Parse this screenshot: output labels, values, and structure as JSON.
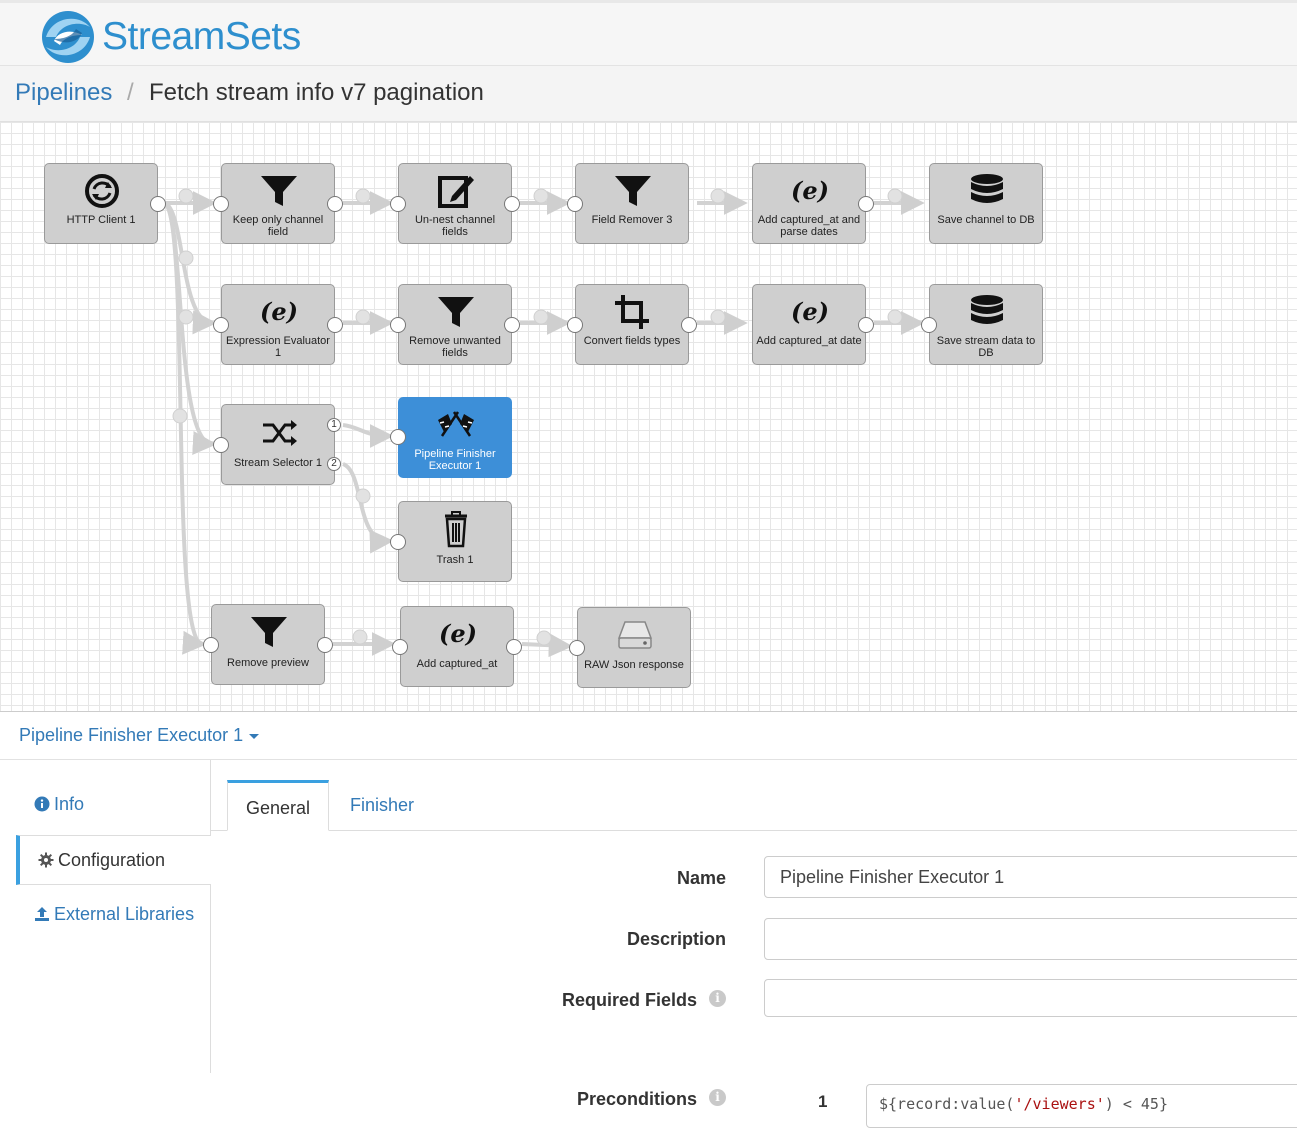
{
  "app": {
    "brand": "StreamSets"
  },
  "breadcrumb": {
    "root": "Pipelines",
    "separator": "/",
    "current": "Fetch stream info v7 pagination"
  },
  "canvas": {
    "nodes": [
      {
        "id": "http",
        "label": "HTTP Client 1",
        "icon": "sync-icon"
      },
      {
        "id": "keep",
        "label": "Keep only channel field",
        "icon": "filter-icon"
      },
      {
        "id": "unnest",
        "label": "Un-nest channel fields",
        "icon": "edit-icon"
      },
      {
        "id": "remover3",
        "label": "Field Remover 3",
        "icon": "filter-icon"
      },
      {
        "id": "addparse",
        "label": "Add captured_at and parse dates",
        "icon": "expression-icon"
      },
      {
        "id": "savech",
        "label": "Save channel to DB",
        "icon": "database-icon"
      },
      {
        "id": "expr1",
        "label": "Expression Evaluator 1",
        "icon": "expression-icon"
      },
      {
        "id": "removeun",
        "label": "Remove unwanted fields",
        "icon": "filter-icon"
      },
      {
        "id": "convert",
        "label": "Convert fields types",
        "icon": "crop-icon"
      },
      {
        "id": "adddate",
        "label": "Add captured_at date",
        "icon": "expression-icon"
      },
      {
        "id": "savestream",
        "label": "Save stream data to DB",
        "icon": "database-icon"
      },
      {
        "id": "selector",
        "label": "Stream Selector 1",
        "icon": "random-icon"
      },
      {
        "id": "finisher",
        "label": "Pipeline Finisher Executor 1",
        "icon": "flags-icon"
      },
      {
        "id": "trash",
        "label": "Trash 1",
        "icon": "trash-icon"
      },
      {
        "id": "removeprev",
        "label": "Remove preview",
        "icon": "filter-icon"
      },
      {
        "id": "addcap",
        "label": "Add captured_at",
        "icon": "expression-icon"
      },
      {
        "id": "raw",
        "label": "RAW Json response",
        "icon": "harddrive-icon"
      }
    ],
    "selector_ports": [
      "1",
      "2"
    ],
    "accent_selected": "#3d8fd8"
  },
  "detail": {
    "stage_title": "Pipeline Finisher Executor 1",
    "side_tabs": [
      {
        "label": "Info",
        "icon": "info-circle-icon"
      },
      {
        "label": "Configuration",
        "icon": "cog-icon"
      },
      {
        "label": "External Libraries",
        "icon": "upload-icon"
      }
    ],
    "top_tabs": [
      {
        "label": "General"
      },
      {
        "label": "Finisher"
      }
    ],
    "fields": {
      "name_label": "Name",
      "name_value": "Pipeline Finisher Executor 1",
      "description_label": "Description",
      "description_value": "",
      "required_label": "Required Fields",
      "required_value": "",
      "precond_label": "Preconditions",
      "precond_line": "1",
      "precond_prefix": "${record:value(",
      "precond_string": "'/viewers'",
      "precond_suffix": ") < 45}"
    }
  }
}
